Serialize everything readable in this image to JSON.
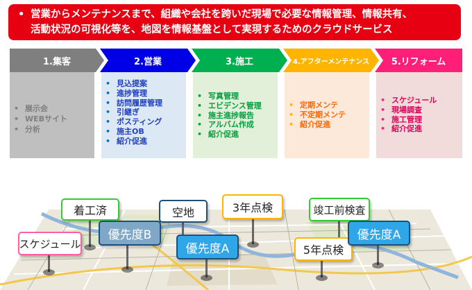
{
  "banner": {
    "bullet": "•",
    "line1": "営業からメンテナンスまで、組織や会社を跨いだ現場で必要な情報管理、情報共有、",
    "line2": "活動状況の可視化等を、地図を情報基盤として実現するためのクラウドサービス"
  },
  "steps": [
    {
      "label": "1.集客",
      "items": [
        "展示会",
        "WEBサイト",
        "分析"
      ]
    },
    {
      "label": "2.営業",
      "items": [
        "見込提案",
        "進捗管理",
        "訪問履歴管理",
        "引継ぎ",
        "ポスティング",
        "施主OB",
        "紹介促進"
      ]
    },
    {
      "label": "3.施工",
      "items": [
        "写真管理",
        "エビデンス管理",
        "施主進捗報告",
        "アルバム作成",
        "紹介促進"
      ]
    },
    {
      "label": "4.アフターメンテナンス",
      "items": [
        "定期メンテ",
        "不定期メンテ",
        "紹介促進"
      ]
    },
    {
      "label": "5.リフォーム",
      "items": [
        "スケジュール",
        "現場調査",
        "施工管理",
        "紹介促進"
      ]
    }
  ],
  "tags": {
    "schedule": "スケジュール",
    "chakkou": "着工済",
    "priority_b": "優先度B",
    "akichi": "空地",
    "priority_a_center": "優先度A",
    "three_year": "3年点検",
    "five_year": "5年点検",
    "shunkou": "竣工前検査",
    "priority_a_right": "優先度A"
  },
  "colors": {
    "banner": "#e60012",
    "step1": "#7f7f7f",
    "step2": "#0000e6",
    "step3": "#00b050",
    "step4": "#ffb400",
    "step5": "#ff1e78",
    "tag_pink": "#ff5fa0",
    "tag_green": "#33cc33",
    "tag_blue_fill": "#2ea6e8",
    "tag_steel_fill": "#7fa8c8",
    "tag_navy": "#1f4e79",
    "tag_orange": "#ffb400"
  }
}
